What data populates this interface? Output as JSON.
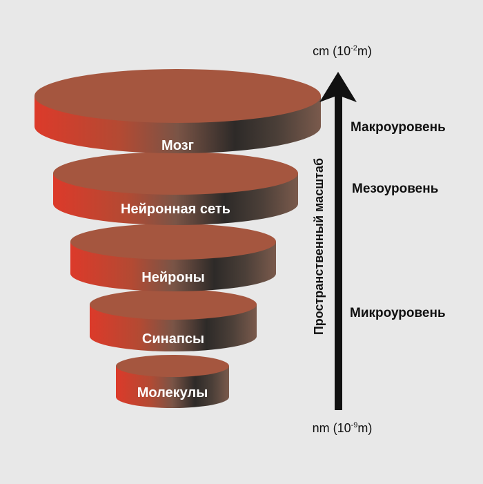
{
  "levels": [
    {
      "label": "Мозг"
    },
    {
      "label": "Нейронная сеть"
    },
    {
      "label": "Нейроны"
    },
    {
      "label": "Синапсы"
    },
    {
      "label": "Молекулы"
    }
  ],
  "axis": {
    "title": "Пространственный масштаб",
    "top_unit": "cm (10",
    "top_exp": "-2",
    "top_tail": "m)",
    "bottom_unit": "nm (10",
    "bottom_exp": "-9",
    "bottom_tail": "m)"
  },
  "scale_levels": {
    "macro": "Макроуровень",
    "meso": "Мезоуровень",
    "micro": "Микроуровень"
  },
  "colors": {
    "top": "#a5563f",
    "red": "#dc3a2a",
    "dark": "#2d2a28",
    "background": "#e8e8e8"
  }
}
